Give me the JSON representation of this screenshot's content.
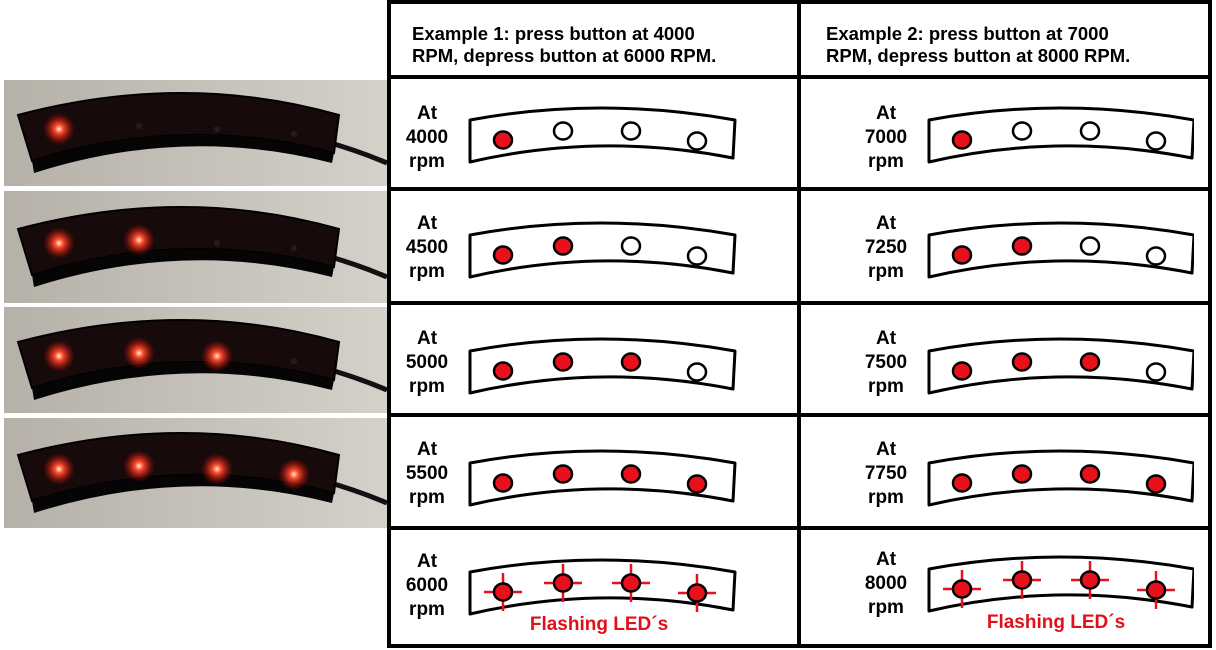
{
  "headers": [
    {
      "line1": "Example 1:  press button at 4000",
      "line2": "RPM, depress button at 6000 RPM."
    },
    {
      "line1": "Example 2:  press button at 7000",
      "line2": "RPM, depress button at 8000 RPM."
    }
  ],
  "columns": [
    {
      "rows": [
        {
          "at": "At",
          "value": "4000",
          "unit": "rpm",
          "lit": 1
        },
        {
          "at": "At",
          "value": "4500",
          "unit": "rpm",
          "lit": 2
        },
        {
          "at": "At",
          "value": "5000",
          "unit": "rpm",
          "lit": 3
        },
        {
          "at": "At",
          "value": "5500",
          "unit": "rpm",
          "lit": 4
        },
        {
          "at": "At",
          "value": "6000",
          "unit": "rpm",
          "lit": 4,
          "flashing": true
        }
      ]
    },
    {
      "rows": [
        {
          "at": "At",
          "value": "7000",
          "unit": "rpm",
          "lit": 1
        },
        {
          "at": "At",
          "value": "7250",
          "unit": "rpm",
          "lit": 2
        },
        {
          "at": "At",
          "value": "7500",
          "unit": "rpm",
          "lit": 3
        },
        {
          "at": "At",
          "value": "7750",
          "unit": "rpm",
          "lit": 4
        },
        {
          "at": "At",
          "value": "8000",
          "unit": "rpm",
          "lit": 4,
          "flashing": true
        }
      ]
    }
  ],
  "flashing_label": "Flashing LED´s",
  "photos": [
    {
      "lit": 1
    },
    {
      "lit": 2
    },
    {
      "lit": 3
    },
    {
      "lit": 4
    }
  ],
  "colors": {
    "led_on": "#e8101c",
    "led_off": "#ffffff",
    "flash_text": "#e0101a",
    "border": "#000000"
  }
}
